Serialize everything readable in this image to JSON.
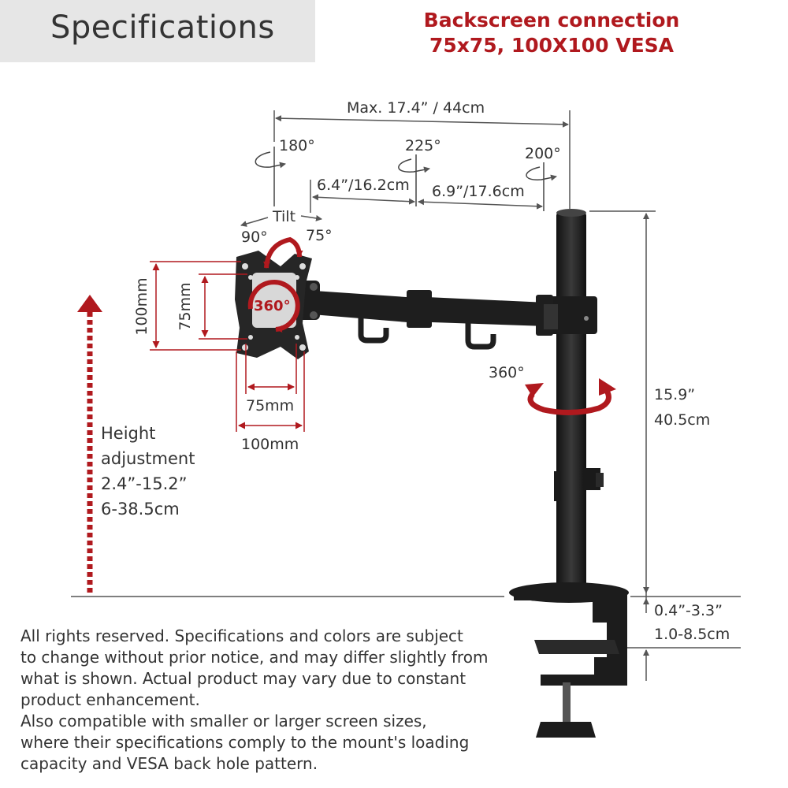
{
  "header": {
    "title": "Specifications"
  },
  "vesa_note": {
    "line1": "Backscreen connection",
    "line2": "75x75, 100X100 VESA"
  },
  "dimensions": {
    "max_reach": "Max. 17.4” / 44cm",
    "rot_left": "180°",
    "rot_mid": "225°",
    "rot_right": "200°",
    "arm1": "6.4”/16.2cm",
    "arm2": "6.9”/17.6cm",
    "tilt": "Tilt",
    "tilt_down": "90°",
    "tilt_up": "75°",
    "rotation_plate": "360°",
    "pole_swivel": "360°",
    "vesa_h100": "100mm",
    "vesa_h75": "75mm",
    "vesa_w75": "75mm",
    "vesa_w100": "100mm",
    "pole_height_in": "15.9”",
    "pole_height_cm": "40.5cm",
    "clamp_range_in": "0.4”-3.3”",
    "clamp_range_cm": "1.0-8.5cm"
  },
  "height_adjustment": {
    "line1": "Height",
    "line2": "adjustment",
    "line3": "2.4”-15.2”",
    "line4": "6-38.5cm"
  },
  "disclaimer": {
    "lines": [
      "All rights reserved. Specifications and colors are subject",
      "to change without prior notice, and may differ slightly from",
      "what is shown. Actual product may vary due to constant",
      "product enhancement.",
      "Also compatible with smaller or larger screen sizes,",
      "where their specifications comply to the mount's loading",
      "capacity and VESA back hole pattern."
    ]
  },
  "colors": {
    "accent_red": "#b0191e",
    "metal_black": "#1f1f1f",
    "header_bg": "#e6e6e6"
  }
}
